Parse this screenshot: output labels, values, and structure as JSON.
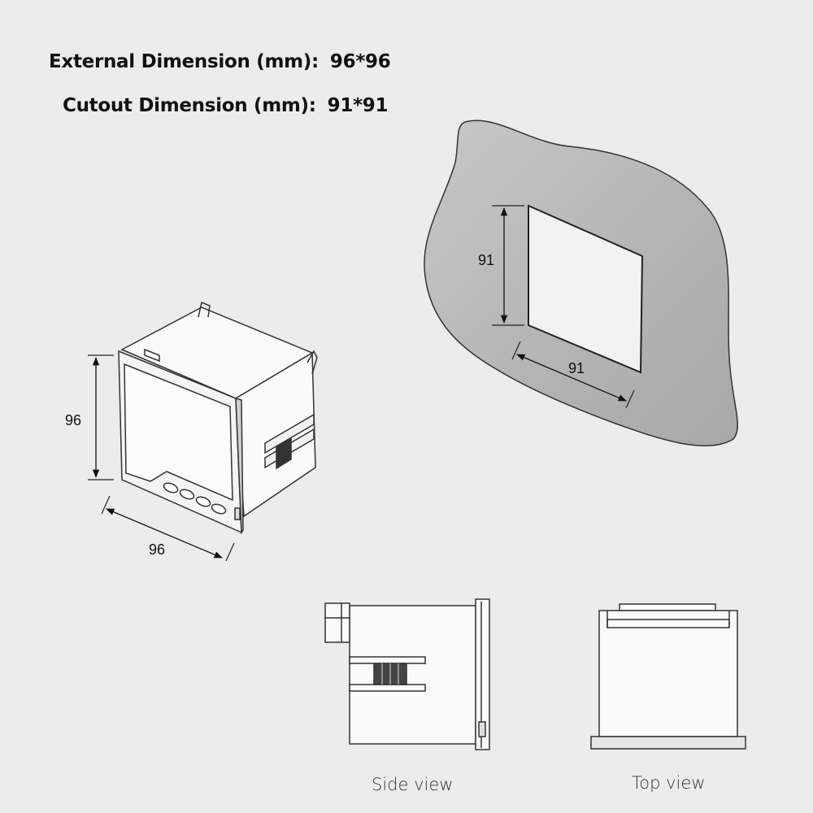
{
  "specs": {
    "external": {
      "label": "External Dimension (mm):",
      "value": "96*96"
    },
    "cutout": {
      "label": "Cutout Dimension (mm):",
      "value": "91*91"
    }
  },
  "device": {
    "height": "96",
    "width": "96"
  },
  "panel": {
    "cutout_height": "91",
    "cutout_width": "91"
  },
  "views": {
    "side": "Side view",
    "top": "Top view"
  },
  "colors": {
    "background": "#ececec",
    "panel_fill": "#b4b4b4",
    "line": "#222222"
  }
}
